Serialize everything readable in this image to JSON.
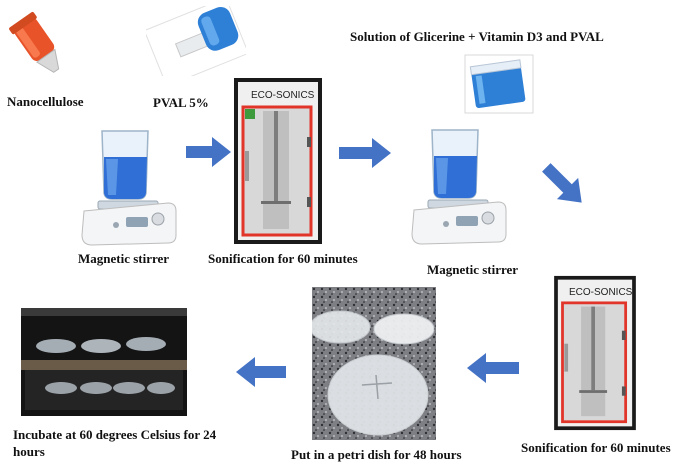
{
  "colors": {
    "arrow": "#4472c4",
    "liquid_blue": "#2e7fd6",
    "tube_orange": "#e8532a",
    "device_frame": "#1a1a1a",
    "device_red": "#e2352a",
    "device_back": "#d8d8d8"
  },
  "labels": {
    "nanocellulose": "Nanocellulose",
    "pval": "PVAL 5%",
    "solution": "Solution of Glicerine + Vitamin D3 and PVAL",
    "stirrer1": "Magnetic stirrer",
    "sonication1": "Sonification for 60 minutes",
    "stirrer2": "Magnetic stirrer",
    "sonication2": "Sonification for 60 minutes",
    "petri": "Put in a petri dish for 48 hours",
    "incubate_line1": "Incubate at 60 degrees Celsius for 24",
    "incubate_line2": "hours"
  },
  "brand": {
    "device_logo_1": "ECO-SONICS",
    "device_logo_2": "ECO-SONICS"
  },
  "icons": {
    "tube": "centrifuge-tube-icon",
    "bottle": "bottle-icon",
    "beaker": "beaker-icon",
    "stirrer": "magnetic-stirrer-icon",
    "sonicator": "sonicator-icon",
    "petri": "petri-dish-photo",
    "incubator": "incubator-photo",
    "arrow": "arrow-icon"
  }
}
